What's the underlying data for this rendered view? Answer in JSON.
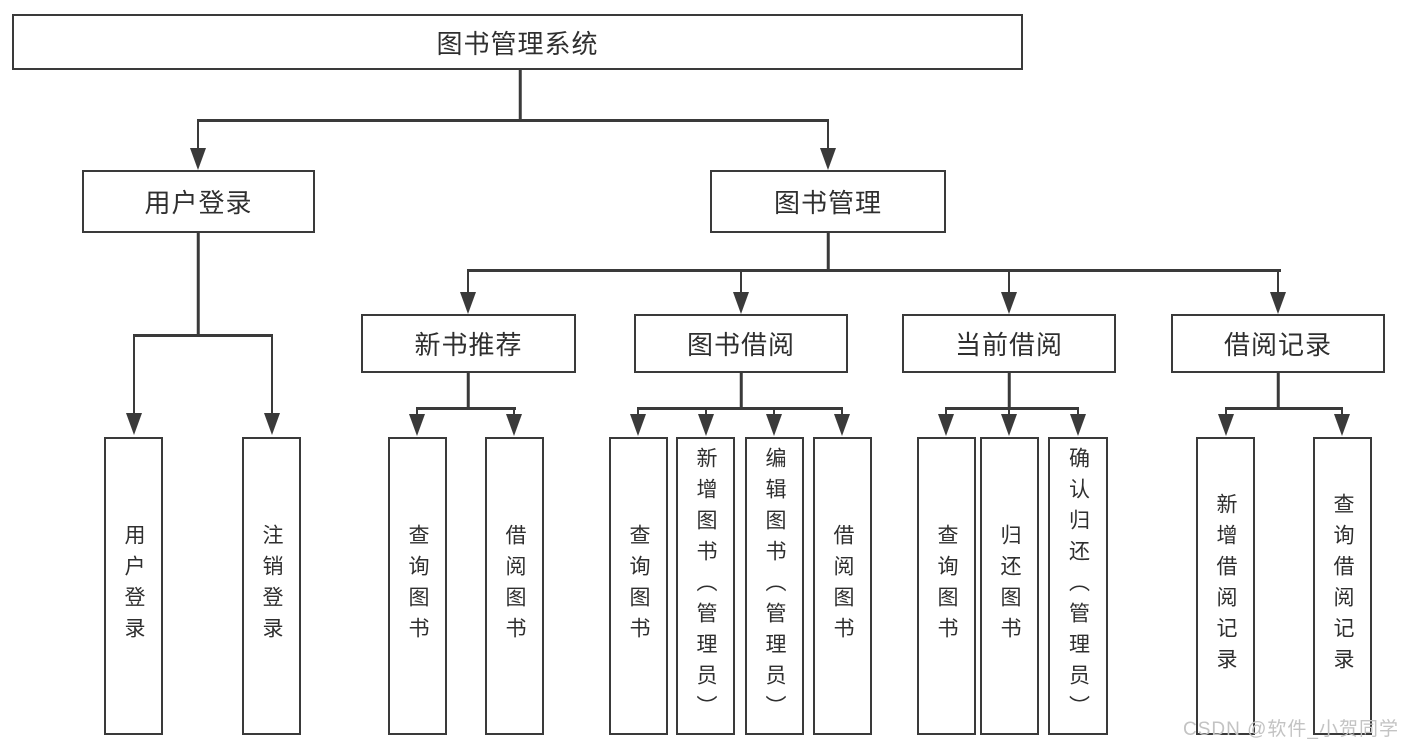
{
  "diagram_title": "图书管理系统",
  "tree": {
    "root": {
      "label": "图书管理系统"
    },
    "branches": [
      {
        "label": "用户登录",
        "children": [
          {
            "label": "用户登录"
          },
          {
            "label": "注销登录"
          }
        ]
      },
      {
        "label": "图书管理",
        "children": [
          {
            "label": "新书推荐",
            "children": [
              {
                "label": "查询图书"
              },
              {
                "label": "借阅图书"
              }
            ]
          },
          {
            "label": "图书借阅",
            "children": [
              {
                "label": "查询图书"
              },
              {
                "label": "新增图书（管理员）"
              },
              {
                "label": "编辑图书（管理员）"
              },
              {
                "label": "借阅图书"
              }
            ]
          },
          {
            "label": "当前借阅",
            "children": [
              {
                "label": "查询图书"
              },
              {
                "label": "归还图书"
              },
              {
                "label": "确认归还（管理员）"
              }
            ]
          },
          {
            "label": "借阅记录",
            "children": [
              {
                "label": "新增借阅记录"
              },
              {
                "label": "查询借阅记录"
              }
            ]
          }
        ]
      }
    ]
  },
  "watermark": {
    "text": "CSDN @软件_小贺同学"
  },
  "colors": {
    "line": "#3a3a3a",
    "text": "#2f2f2f",
    "watermark": "#c3c3c3",
    "background": "#ffffff"
  }
}
